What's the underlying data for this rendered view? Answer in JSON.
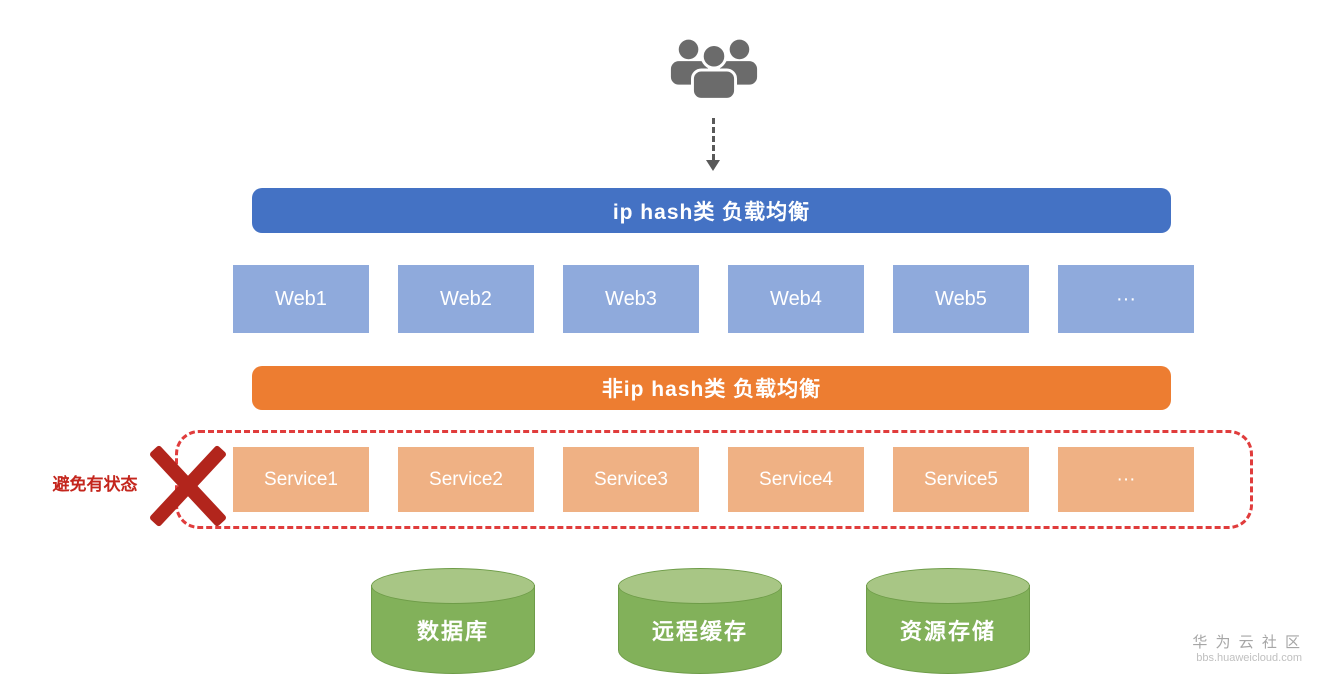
{
  "diagram": {
    "users_icon": "users-group",
    "lb_ip_hash": {
      "label": "ip hash类 负载均衡",
      "color": "#4472C4"
    },
    "web_tier": {
      "color": "#8FAADC",
      "nodes": [
        "Web1",
        "Web2",
        "Web3",
        "Web4",
        "Web5",
        "···"
      ]
    },
    "lb_non_ip_hash": {
      "label": "非ip hash类 负载均衡",
      "color": "#ED7D31"
    },
    "service_tier": {
      "color": "#EFB184",
      "boundary_color": "#E03C3C",
      "nodes": [
        "Service1",
        "Service2",
        "Service3",
        "Service4",
        "Service5",
        "···"
      ]
    },
    "stateless_note": {
      "label": "避免有状态",
      "color": "#C4261D"
    },
    "storage_tier": {
      "color": "#82B15A",
      "nodes": [
        "数据库",
        "远程缓存",
        "资源存储"
      ]
    },
    "watermark": {
      "title": "华 为 云 社 区",
      "subtitle": "bbs.huaweicloud.com"
    }
  }
}
